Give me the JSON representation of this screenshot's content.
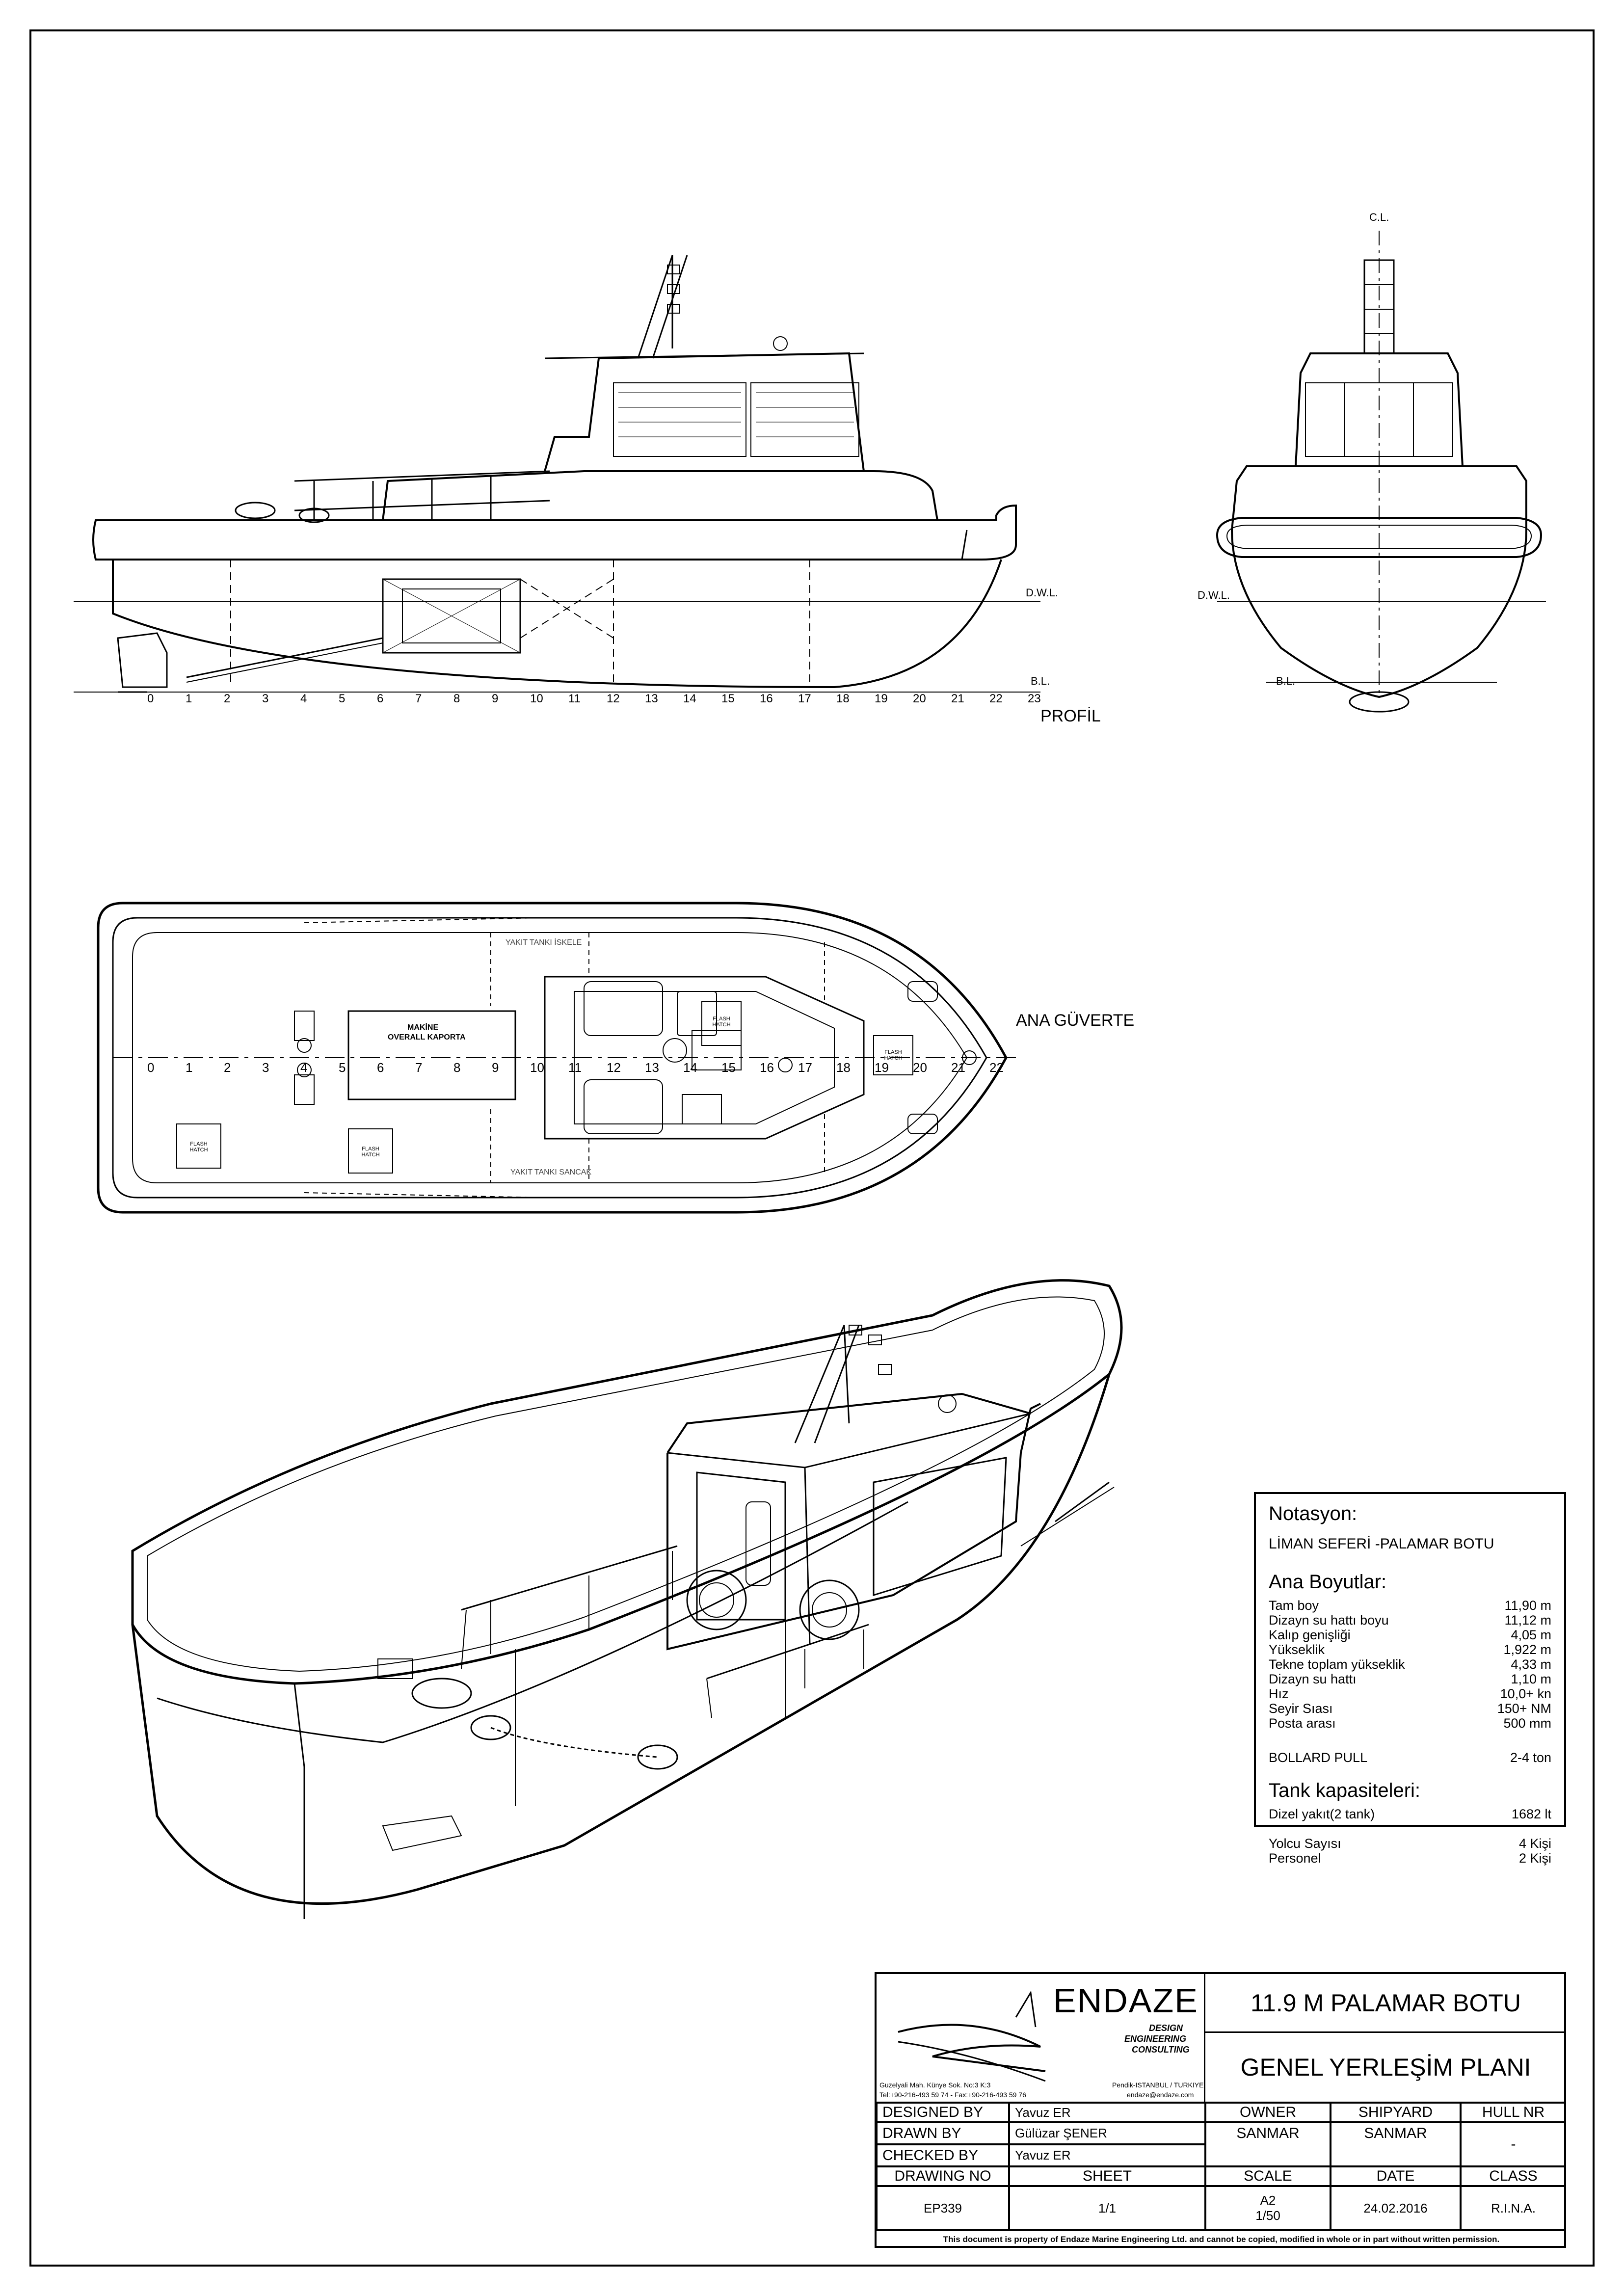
{
  "views": {
    "profile": {
      "title": "PROFİL",
      "dwl": "D.W.L.",
      "bl": "B.L.",
      "frames": [
        "0",
        "1",
        "2",
        "3",
        "4",
        "5",
        "6",
        "7",
        "8",
        "9",
        "10",
        "11",
        "12",
        "13",
        "14",
        "15",
        "16",
        "17",
        "18",
        "19",
        "20",
        "21",
        "22",
        "23"
      ]
    },
    "body_plan": {
      "cl": "C.L.",
      "dwl": "D.W.L.",
      "bl": "B.L."
    },
    "main_deck": {
      "title": "ANA GÜVERTE",
      "frames": [
        "0",
        "1",
        "2",
        "3",
        "4",
        "5",
        "6",
        "7",
        "8",
        "9",
        "10",
        "11",
        "12",
        "13",
        "14",
        "15",
        "16",
        "17",
        "18",
        "19",
        "20",
        "21",
        "22"
      ],
      "labels": {
        "fuel_tank_port": "YAKIT TANKI İSKELE",
        "fuel_tank_stbd": "YAKIT TANKI SANCAK",
        "engine_cover_1": "MAKİNE",
        "engine_cover_2": "OVERALL KAPORTA",
        "flash_hatch": "FLASH HATCH"
      }
    }
  },
  "notation": {
    "heading": "Notasyon:",
    "notation_text": "LİMAN SEFERİ -PALAMAR BOTU",
    "main_dims_heading": "Ana Boyutlar:",
    "main_dims": [
      {
        "label": "Tam boy",
        "value": "11,90 m"
      },
      {
        "label": "Dizayn su hattı boyu",
        "value": "11,12 m"
      },
      {
        "label": "Kalıp genişliği",
        "value": "4,05 m"
      },
      {
        "label": "Yükseklik",
        "value": "1,922 m"
      },
      {
        "label": "Tekne toplam yükseklik",
        "value": "4,33 m"
      },
      {
        "label": "Dizayn su hattı",
        "value": "1,10 m"
      },
      {
        "label": "Hız",
        "value": "10,0+ kn"
      },
      {
        "label": "Seyir Sıası",
        "value": "150+ NM"
      },
      {
        "label": "Posta arası",
        "value": "500 mm"
      }
    ],
    "bollard": {
      "label": "BOLLARD PULL",
      "value": "2-4 ton"
    },
    "tank_heading": "Tank kapasiteleri:",
    "tank": {
      "label": "Dizel yakıt(2 tank)",
      "value": "1682 lt"
    },
    "passengers": {
      "label": "Yolcu Sayısı",
      "value": "4 Kişi"
    },
    "crew": {
      "label": "Personel",
      "value": "2 Kişi"
    }
  },
  "title_block": {
    "company": "ENDAZE",
    "tagline_1": "DESIGN",
    "tagline_2": "ENGINEERING",
    "tagline_3": "CONSULTING",
    "address_1": "Guzelyali Mah. Künye Sok. No:3 K:3",
    "address_2": "Pendik-ISTANBUL / TURKIYE",
    "phone": "Tel:+90-216-493 59 74 - Fax:+90-216-493 59 76",
    "email": "endaze@endaze.com",
    "project_title": "11.9 M PALAMAR BOTU",
    "drawing_title": "GENEL YERLEŞİM PLANI",
    "designed_by_label": "DESIGNED BY",
    "designed_by": "Yavuz ER",
    "drawn_by_label": "DRAWN BY",
    "drawn_by": "Gülüzar ŞENER",
    "checked_by_label": "CHECKED BY",
    "checked_by": "Yavuz ER",
    "owner_label": "OWNER",
    "owner": "SANMAR",
    "shipyard_label": "SHIPYARD",
    "shipyard": "SANMAR",
    "hull_label": "HULL NR",
    "hull": "-",
    "drawing_no_label": "DRAWING NO",
    "drawing_no": "EP339",
    "sheet_label": "SHEET",
    "sheet": "1/1",
    "scale_label": "SCALE",
    "scale_1": "A2",
    "scale_2": "1/50",
    "date_label": "DATE",
    "date": "24.02.2016",
    "class_label": "CLASS",
    "class": "R.I.N.A.",
    "disclaimer": "This document is property of Endaze Marine Engineering Ltd. and cannot be copied, modified in whole or in part without written permission."
  }
}
